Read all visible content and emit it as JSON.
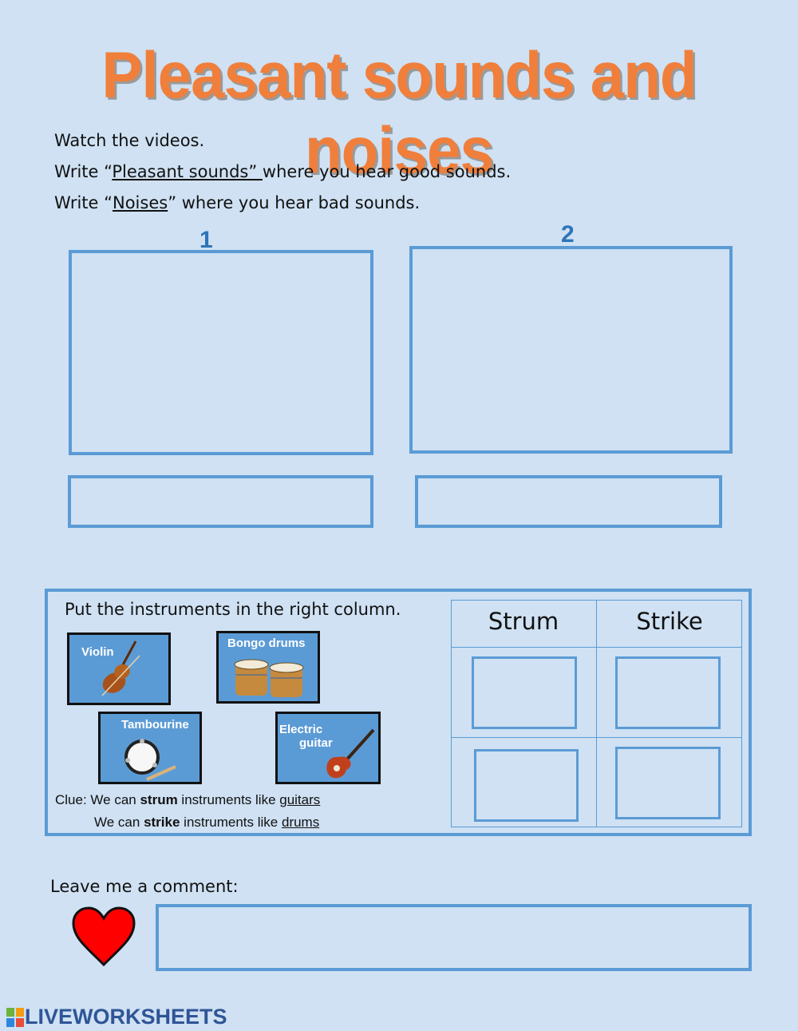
{
  "title": "Pleasant sounds and noises",
  "instructions": {
    "line1": "Watch the videos.",
    "line2_pre": "Write “",
    "line2_u": "Pleasant sounds” ",
    "line2_post": "where you  hear good sounds.",
    "line3_pre": "Write “",
    "line3_u": "Noises",
    "line3_post": "” where you hear bad sounds."
  },
  "videos": [
    {
      "number": "1"
    },
    {
      "number": "2"
    }
  ],
  "instruments_section": {
    "prompt": "Put the instruments in the right column.",
    "cards": {
      "violin": "Violin",
      "bongo": "Bongo drums",
      "tambourine": "Tambourine",
      "electric1": "Electric",
      "electric2": "guitar"
    },
    "clue1_pre": "Clue: We can ",
    "clue1_bold": "strum",
    "clue1_mid": " instruments like ",
    "clue1_u": "guitars",
    "clue2_pre": "We can ",
    "clue2_bold": "strike",
    "clue2_mid": " instruments like ",
    "clue2_u": "drums",
    "table_headers": {
      "strum": "Strum",
      "strike": "Strike"
    }
  },
  "comment": {
    "label": "Leave me a comment:"
  },
  "brand": {
    "name": "LIVEWORKSHEETS"
  },
  "colors": {
    "accent": "#5b9bd5",
    "title": "#f07f3c",
    "heart": "#ff0000",
    "background": "#cfe1f3"
  }
}
